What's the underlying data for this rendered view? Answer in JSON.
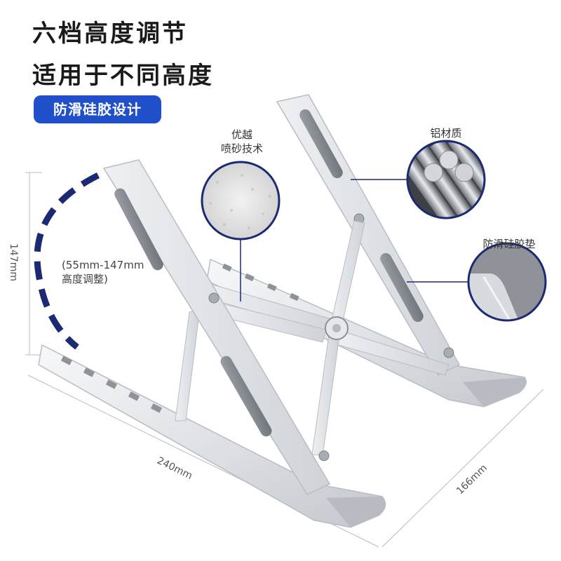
{
  "headline": {
    "line1": "六档高度调节",
    "line2": "适用于不同高度"
  },
  "badge": "防滑硅胶设计",
  "callouts": {
    "sandblast": {
      "line1": "优越",
      "line2": "喷砂技术"
    },
    "aluminum": "铝材质",
    "pad": "防滑硅胶垫"
  },
  "height_note": {
    "line1": "(55mm-147mm",
    "line2": "高度调整)"
  },
  "dimensions": {
    "height": "147mm",
    "length": "240mm",
    "width": "166mm"
  },
  "colors": {
    "accent_blue": "#1f4fc9",
    "dashed_arc": "#1b2a72",
    "callout_border": "#1b2a72",
    "aluminum": "#e3e6ea"
  }
}
